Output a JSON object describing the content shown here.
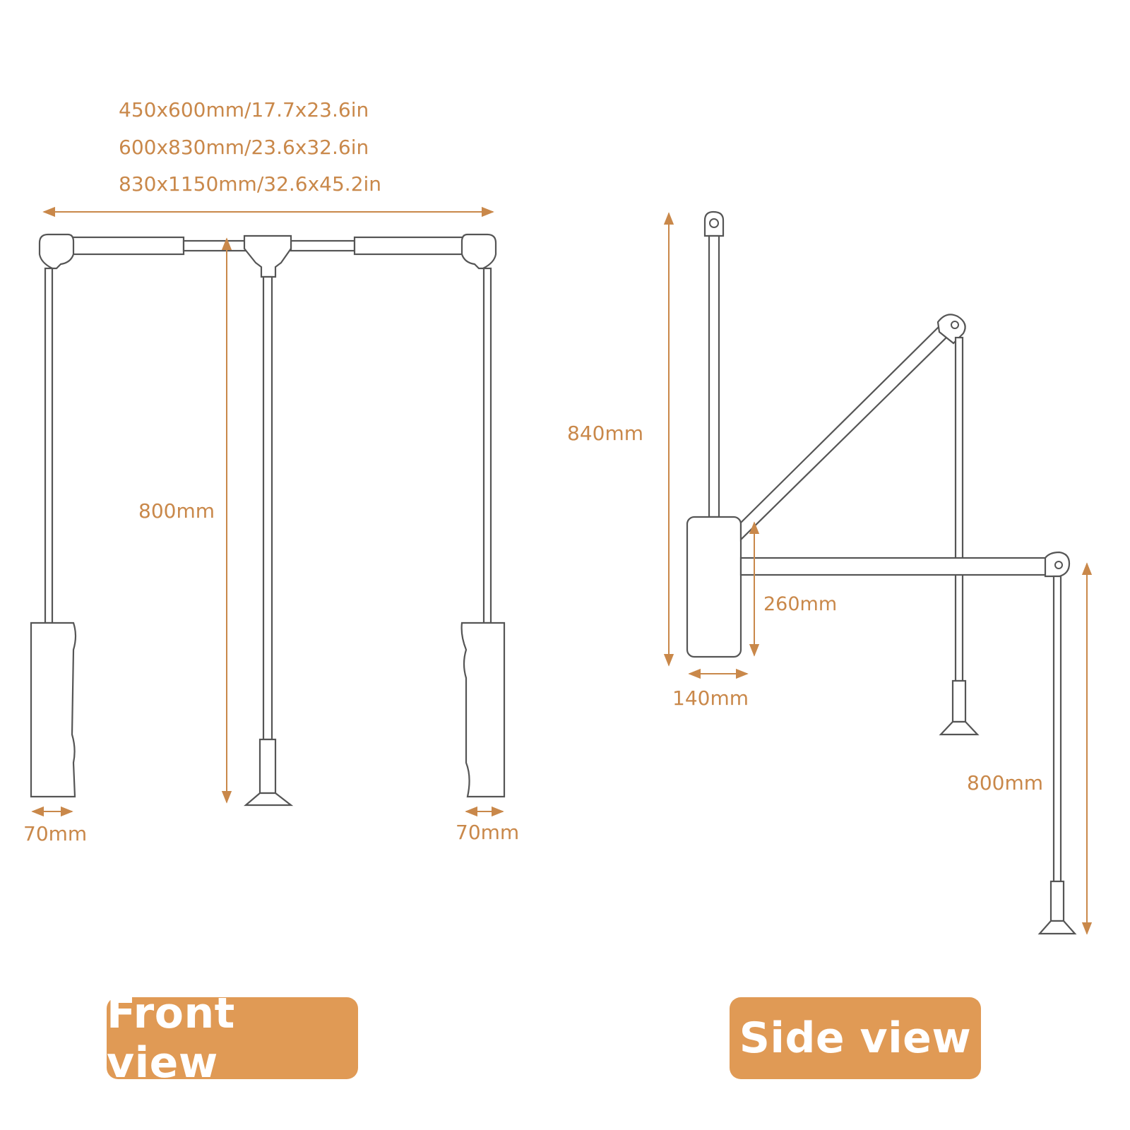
{
  "sizes": [
    "450x600mm/17.7x23.6in",
    "600x830mm/23.6x32.6in",
    "830x1150mm/32.6x45.2in"
  ],
  "front": {
    "height_label": "800mm",
    "left_width_label": "70mm",
    "right_width_label": "70mm",
    "badge": "Front view"
  },
  "side": {
    "height_label": "840mm",
    "block_height_label": "260mm",
    "block_width_label": "140mm",
    "drop_label": "800mm",
    "badge": "Side view"
  },
  "colors": {
    "accent": "#c9884a",
    "badge": "#e09a55",
    "line": "#555555"
  }
}
